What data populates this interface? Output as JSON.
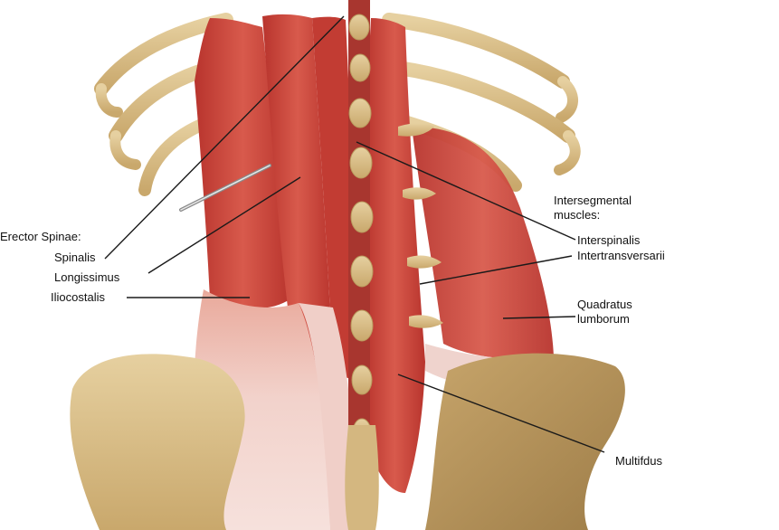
{
  "labels": {
    "erector_heading": "Erector Spinae:",
    "spinalis": "Spinalis",
    "longissimus": "Longissimus",
    "iliocostalis": "Iliocostalis",
    "intersegmental_line1": "Intersegmental",
    "intersegmental_line2": "muscles:",
    "interspinalis": "Interspinalis",
    "intertransversarii": "Intertransversarii",
    "quadratus_line1": "Quadratus",
    "quadratus_line2": "lumborum",
    "multifidus": "Multifdus"
  },
  "colors": {
    "bone": "#d9bf8a",
    "bone_shade": "#b99a5e",
    "muscle": "#c9433a",
    "muscle_light": "#df7a6c",
    "tendon": "#f3d7d2",
    "leader_line": "#1a1a1a"
  }
}
